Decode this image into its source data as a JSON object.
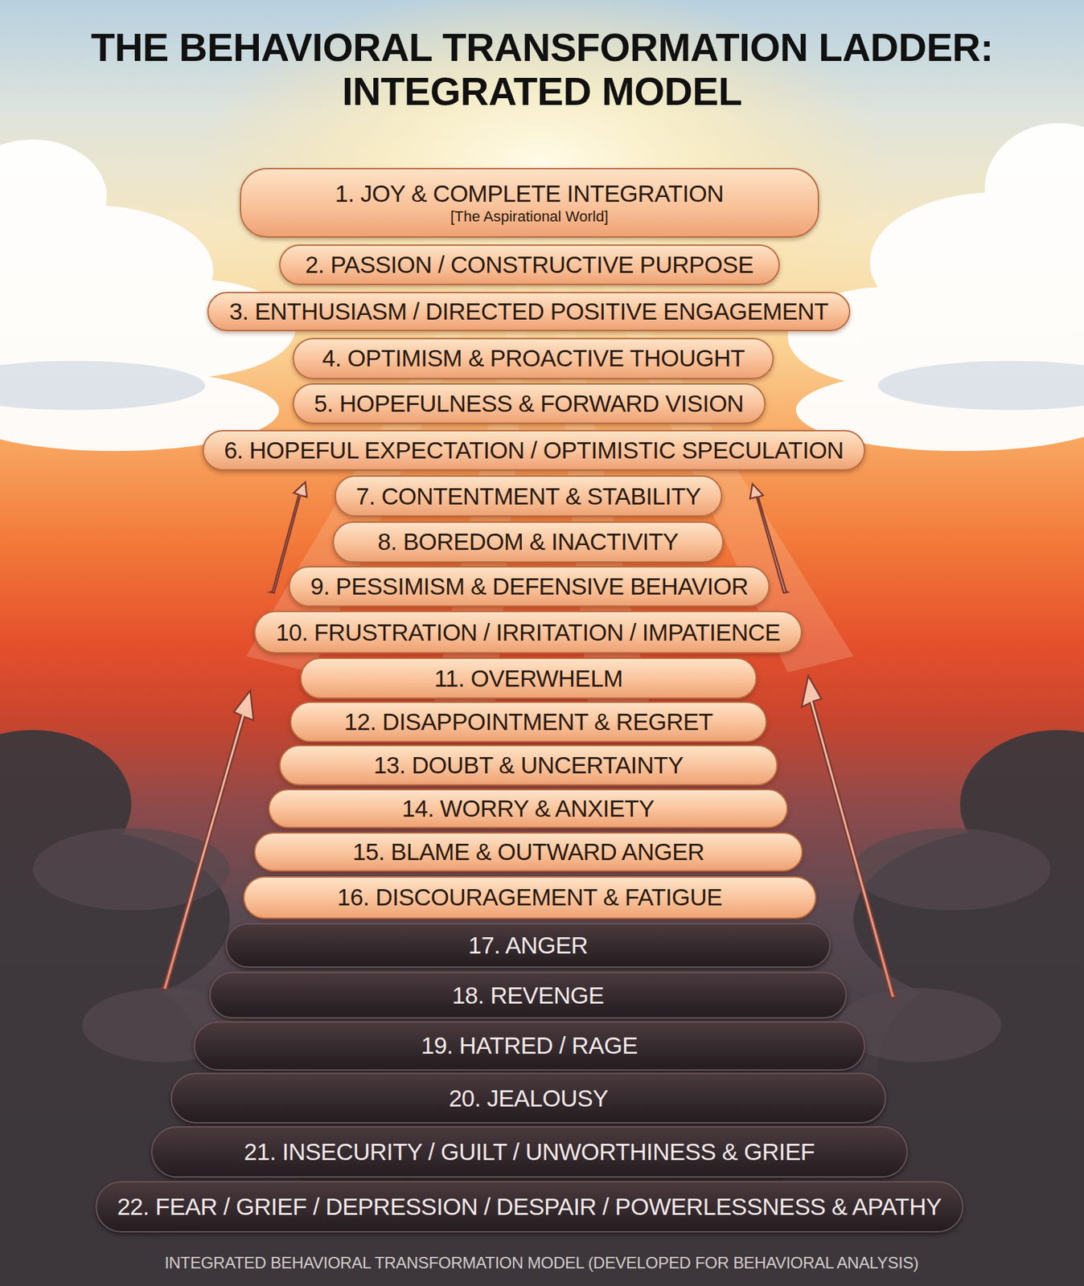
{
  "diagram": {
    "title": "THE BEHAVIORAL TRANSFORMATION LADDER: INTEGRATED MODEL",
    "caption": "INTEGRATED BEHAVIORAL TRANSFORMATION MODEL (DEVELOPED FOR BEHAVIORAL ANALYSIS)",
    "nodes": [
      {
        "text": [
          "1. JOY & COMPLETE INTEGRATION",
          "[The Aspirational World]"
        ]
      },
      {
        "text": [
          "2. PASSION / CONSTRUCTIVE PURPOSE"
        ]
      },
      {
        "text": [
          "3. ENTHUSIASM / DIRECTED POSITIVE ENGAGEMENT"
        ]
      },
      {
        "text": [
          "4. OPTIMISM & PROACTIVE THOUGHT"
        ]
      },
      {
        "text": [
          "5. HOPEFULNESS & FORWARD VISION"
        ]
      },
      {
        "text": [
          "6. HOPEFUL EXPECTATION / OPTIMISTIC SPECULATION"
        ]
      },
      {
        "text": [
          "7. CONTENTMENT & STABILITY"
        ]
      },
      {
        "text": [
          "8. BOREDOM & INACTIVITY"
        ]
      },
      {
        "text": [
          "9. PESSIMISM & DEFENSIVE BEHAVIOR"
        ]
      },
      {
        "text": [
          "10. FRUSTRATION / IRRITATION / IMPATIENCE"
        ]
      },
      {
        "text": [
          "11. OVERWHELM"
        ]
      },
      {
        "text": [
          "12. DISAPPOINTMENT & REGRET"
        ]
      },
      {
        "text": [
          "13. DOUBT & UNCERTAINTY"
        ]
      },
      {
        "text": [
          "14. WORRY & ANXIETY"
        ]
      },
      {
        "text": [
          "15. BLAME & OUTWARD ANGER"
        ]
      },
      {
        "text": [
          "16. DISCOURAGEMENT & FATIGUE"
        ]
      },
      {
        "text": [
          "17. ANGER"
        ]
      },
      {
        "text": [
          "18. REVENGE"
        ]
      },
      {
        "text": [
          "19. HATRED / RAGE"
        ]
      },
      {
        "text": [
          "20. JEALOUSY"
        ]
      },
      {
        "text": [
          "21. INSECURITY / GUILT / UNWORTHINESS & GRIEF"
        ]
      },
      {
        "text": [
          "22. FEAR / GRIEF / DEPRESSION / DESPAIR / POWERLESSNESS & APATHY"
        ]
      }
    ]
  }
}
